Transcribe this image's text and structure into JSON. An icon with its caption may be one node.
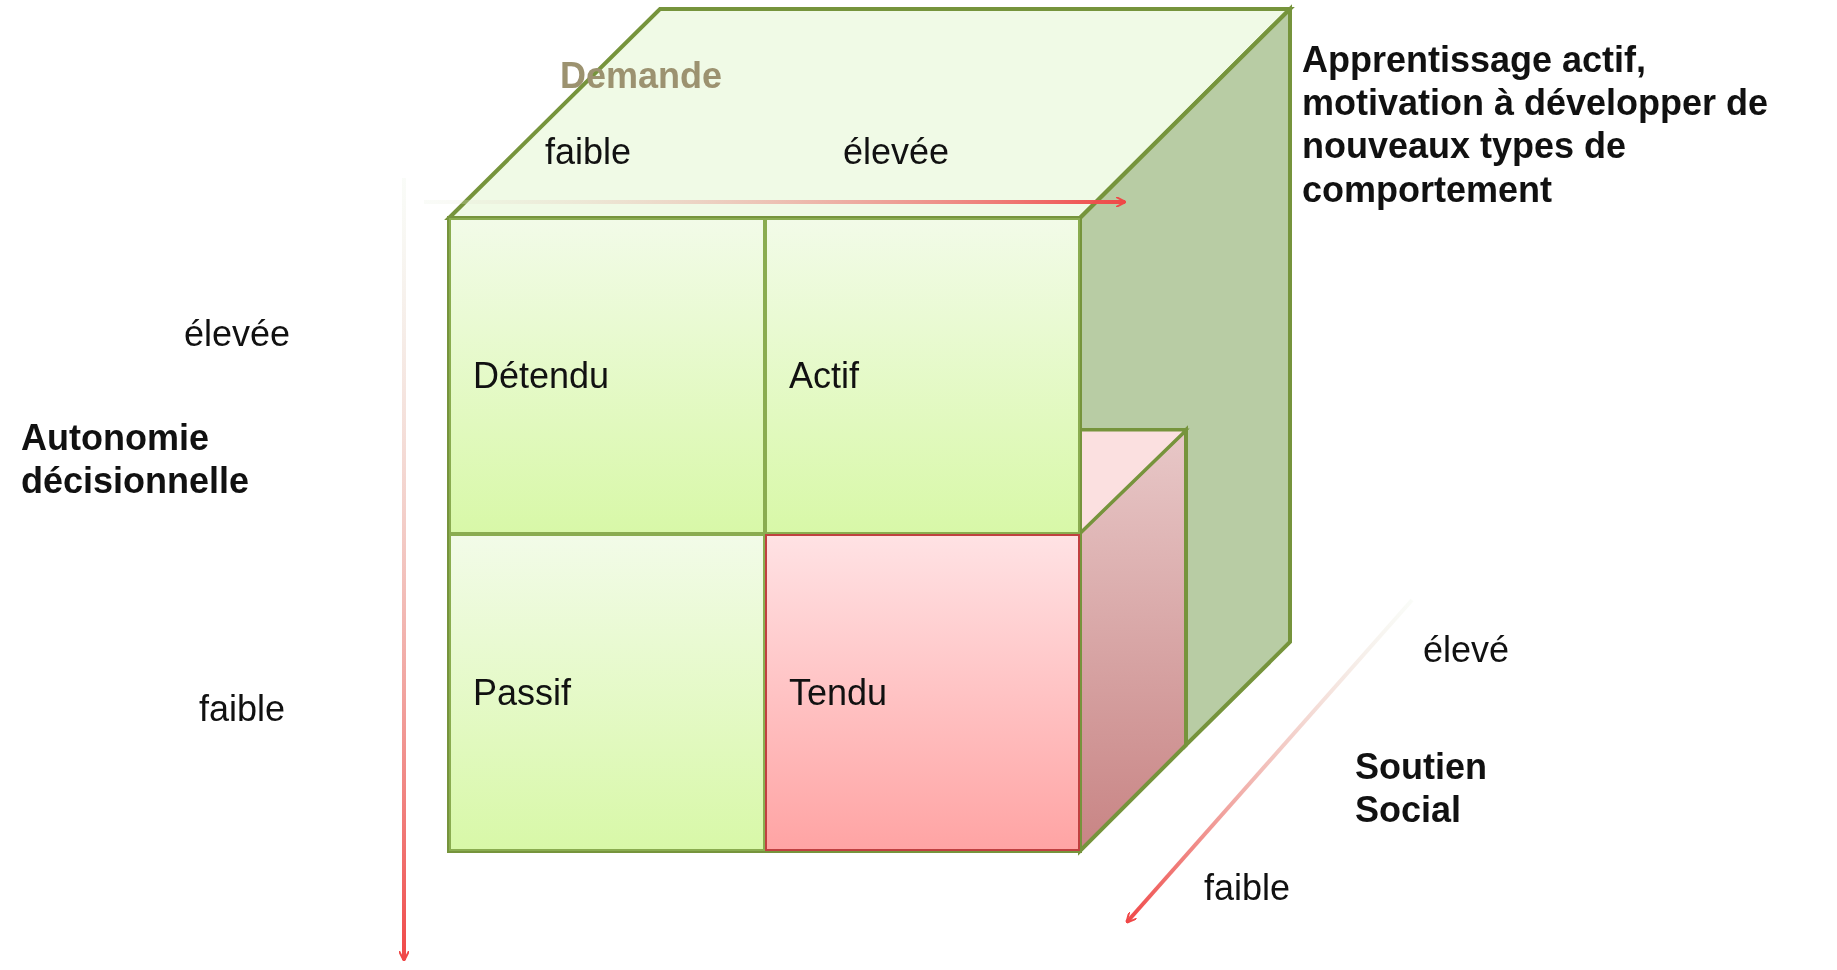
{
  "diagram": {
    "nodes": [
      {
        "text": [
          "Détendu"
        ]
      },
      {
        "text": [
          "Actif"
        ]
      },
      {
        "text": [
          "Passif"
        ]
      },
      {
        "text": [
          "Tendu"
        ]
      }
    ],
    "labels": [
      "Demande",
      "faible",
      "élevée",
      "Apprentissage actif, motivation à développer de nouveaux types de comportement",
      "élevée",
      "Autonomie décisionnelle",
      "faible",
      "élevé",
      "Soutien Social",
      "faible"
    ]
  }
}
